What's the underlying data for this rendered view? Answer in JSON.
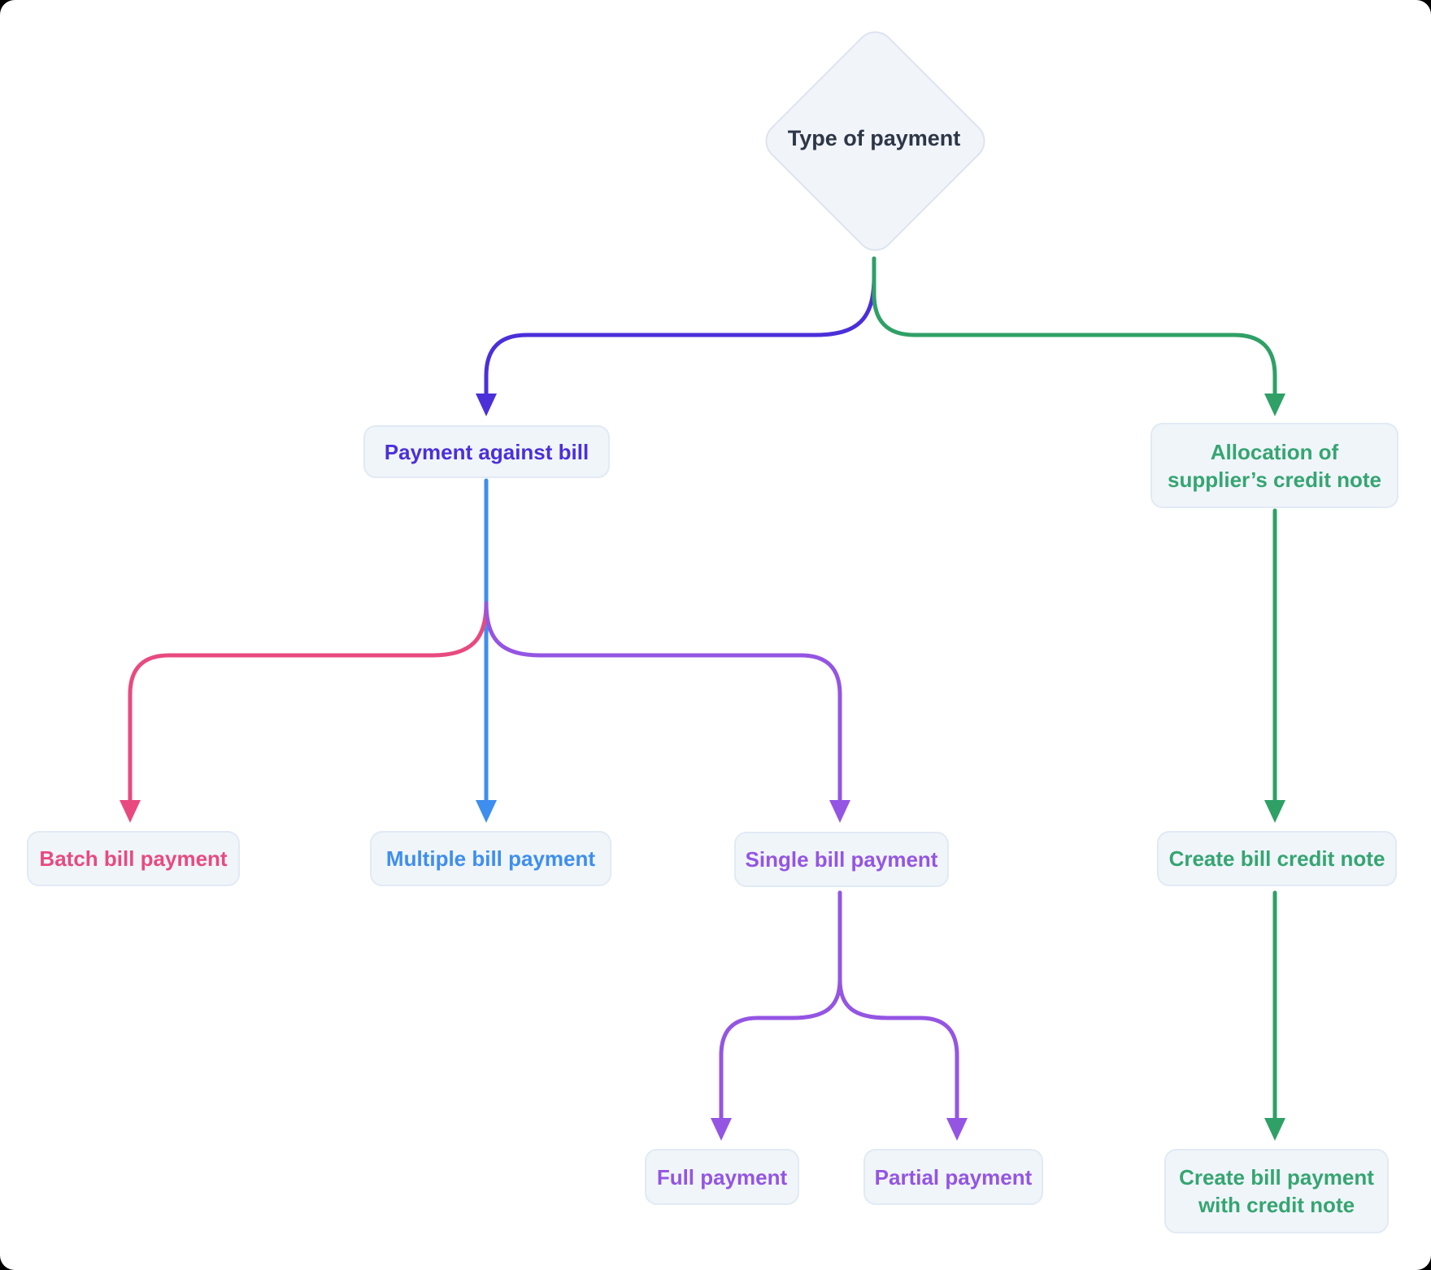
{
  "colors": {
    "indigo": "#4B2FD9",
    "green": "#2FA066",
    "greenText": "#35A571",
    "blue": "#3E8EEF",
    "pink": "#E84A7F",
    "purple": "#9455E3",
    "title": "#2D3748",
    "boxFill": "#F0F5FA",
    "boxBorder": "#E1EAF4",
    "diamondFill": "#F1F5FA",
    "diamondBorder": "#DDE4F0"
  },
  "nodes": {
    "root": {
      "label": "Type of payment",
      "shape": "diamond"
    },
    "payment_against_bill": {
      "label": "Payment against bill",
      "color": "indigo"
    },
    "allocation_credit_note": {
      "label": "Allocation of supplier’s credit note",
      "color": "green"
    },
    "batch_bill_payment": {
      "label": "Batch bill payment",
      "color": "pink"
    },
    "multiple_bill_payment": {
      "label": "Multiple bill payment",
      "color": "blue"
    },
    "single_bill_payment": {
      "label": "Single bill payment",
      "color": "purple"
    },
    "create_bill_credit_note": {
      "label": "Create bill credit note",
      "color": "green"
    },
    "full_payment": {
      "label": "Full payment",
      "color": "purple"
    },
    "partial_payment": {
      "label": "Partial payment",
      "color": "purple"
    },
    "create_bill_payment_with_credit_note": {
      "label": "Create bill payment with credit note",
      "color": "green"
    }
  },
  "edges": [
    {
      "from": "Type of payment",
      "to": "Payment against bill",
      "color": "indigo"
    },
    {
      "from": "Type of payment",
      "to": "Allocation of supplier’s credit note",
      "color": "green"
    },
    {
      "from": "Payment against bill",
      "to": "Batch bill payment",
      "color": "pink"
    },
    {
      "from": "Payment against bill",
      "to": "Multiple bill payment",
      "color": "blue"
    },
    {
      "from": "Payment against bill",
      "to": "Single bill payment",
      "color": "purple"
    },
    {
      "from": "Single bill payment",
      "to": "Full payment",
      "color": "purple"
    },
    {
      "from": "Single bill payment",
      "to": "Partial payment",
      "color": "purple"
    },
    {
      "from": "Allocation of supplier’s credit note",
      "to": "Create bill credit note",
      "color": "green"
    },
    {
      "from": "Create bill credit note",
      "to": "Create bill payment with credit note",
      "color": "green"
    }
  ]
}
